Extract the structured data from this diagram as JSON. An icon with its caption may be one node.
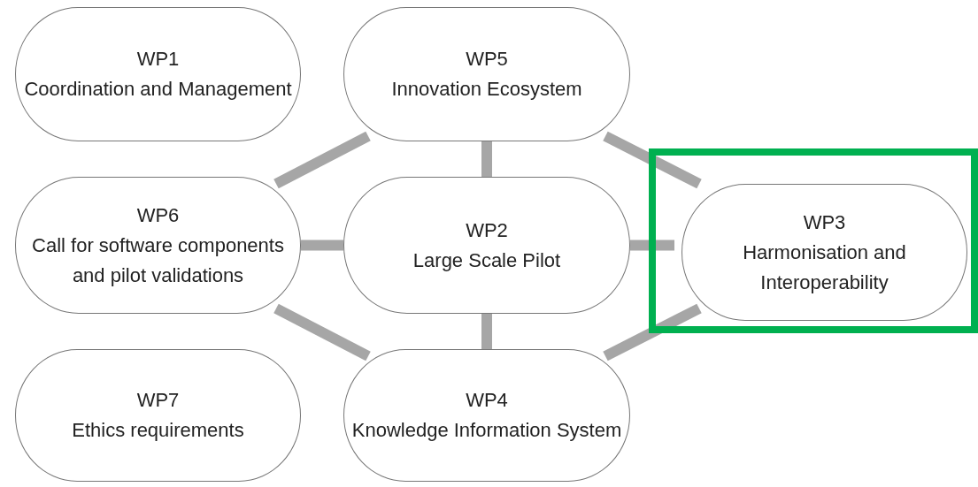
{
  "diagram": {
    "nodes": [
      {
        "text": [
          "WP1",
          "Coordination and Management"
        ]
      },
      {
        "text": [
          "WP5",
          "Innovation Ecosystem"
        ]
      },
      {
        "text": [
          "WP6",
          "Call for software components and pilot validations"
        ]
      },
      {
        "text": [
          "WP2",
          "Large Scale Pilot"
        ]
      },
      {
        "text": [],
        "shape": "box"
      },
      {
        "text": [
          "WP3",
          "Harmonisation and Interoperability"
        ],
        "in": 4
      },
      {
        "text": [
          "WP7",
          "Ethics requirements"
        ]
      },
      {
        "text": [
          "WP4",
          "Knowledge Information System"
        ]
      }
    ],
    "edges": [
      {
        "from": 2,
        "to": 1,
        "arrow": "none"
      },
      {
        "from": 1,
        "to": 3,
        "arrow": "none"
      },
      {
        "from": 1,
        "to": 5,
        "arrow": "none"
      },
      {
        "from": 2,
        "to": 3,
        "arrow": "none"
      },
      {
        "from": 3,
        "to": 5,
        "arrow": "none"
      },
      {
        "from": 2,
        "to": 7,
        "arrow": "none"
      },
      {
        "from": 3,
        "to": 7,
        "arrow": "none"
      },
      {
        "from": 7,
        "to": 5,
        "arrow": "none"
      }
    ]
  }
}
